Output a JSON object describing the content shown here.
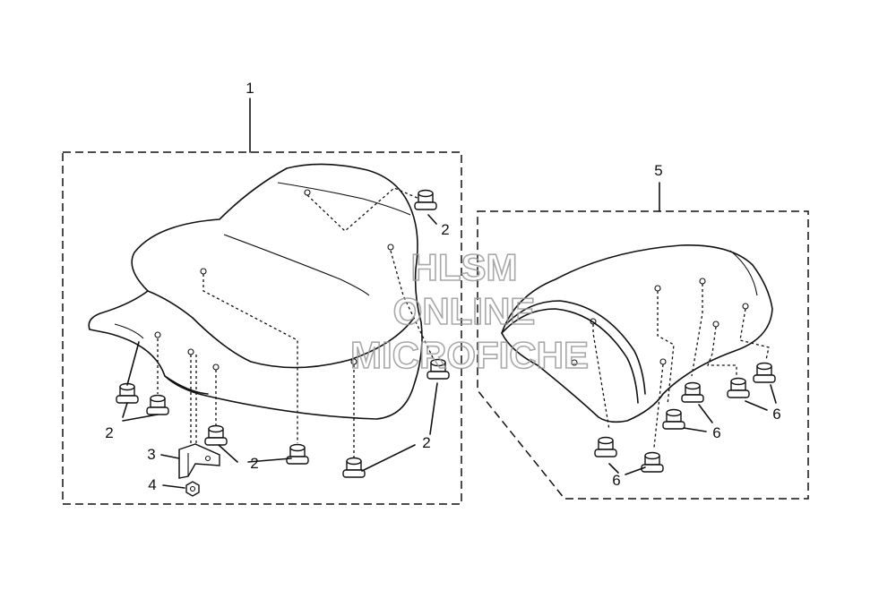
{
  "callouts": {
    "c1": "1",
    "c2": "2",
    "c3": "3",
    "c4": "4",
    "c5": "5",
    "c6": "6"
  },
  "watermark": {
    "line1": "HLSM",
    "line2": "ONLINE",
    "line3": "MICROFICHE"
  },
  "colors": {
    "line": "#111111",
    "watermark": "#9a9a9a",
    "background": "#ffffff"
  }
}
